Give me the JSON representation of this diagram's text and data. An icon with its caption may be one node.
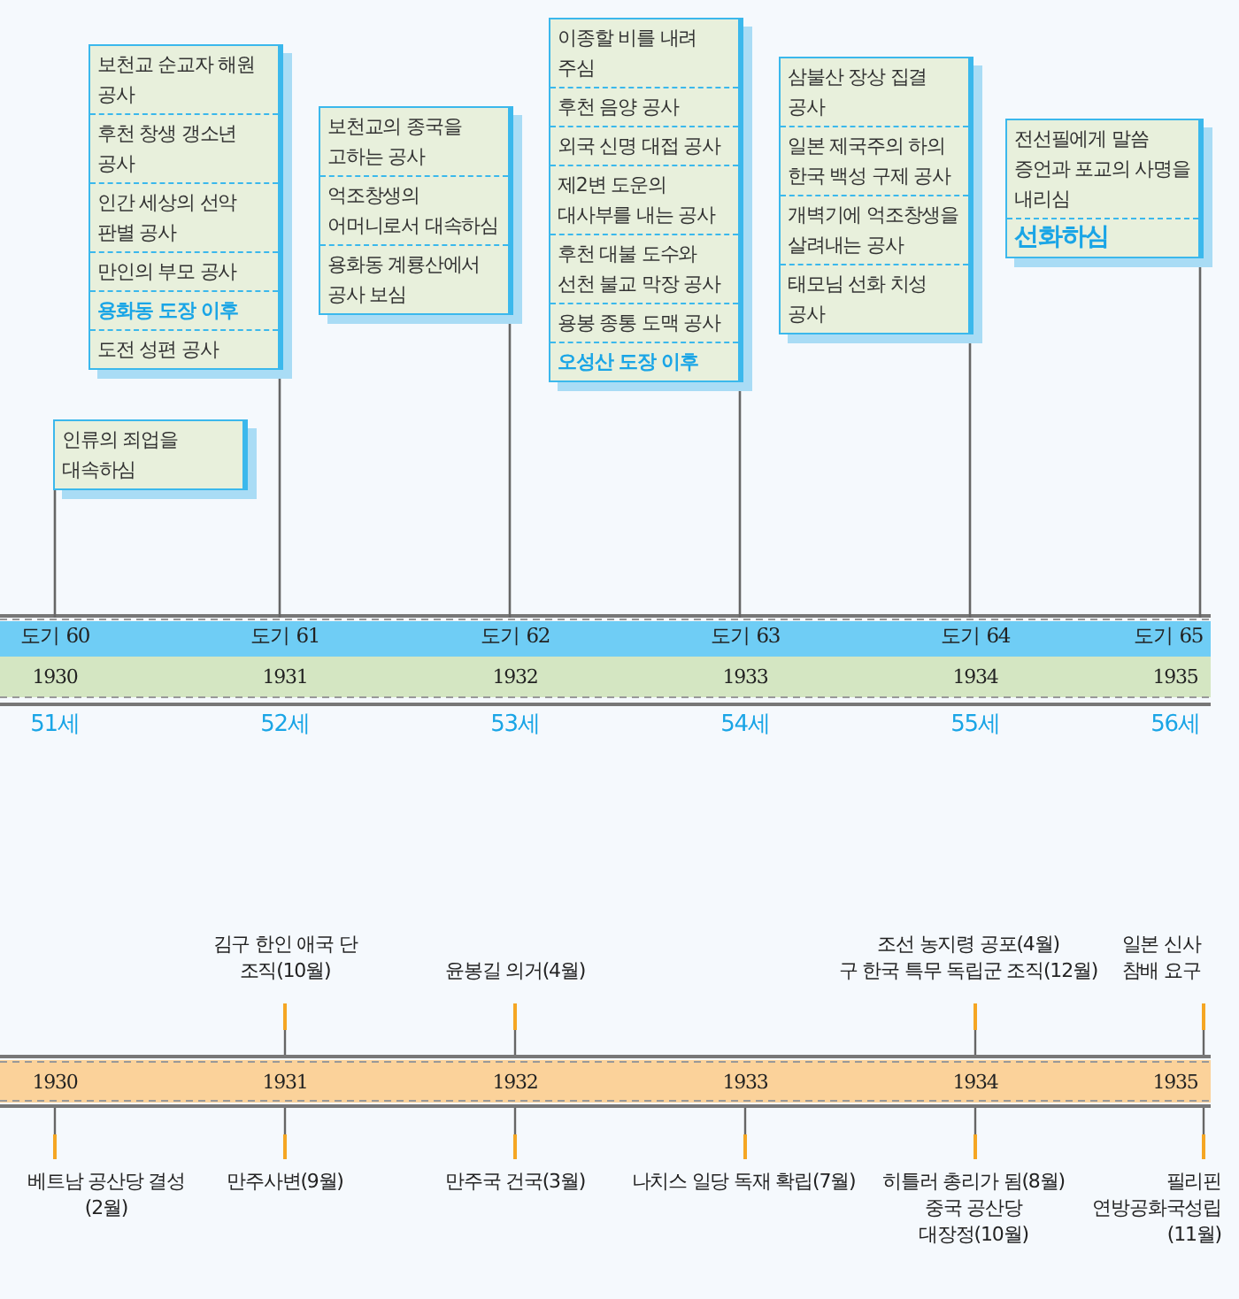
{
  "diagram": {
    "nodes": [
      {
        "text": [
          "인류의 죄업을 대속하심"
        ]
      },
      {
        "text": [
          "보천교 순교자 해원 공사",
          "후천 창생 갱소년 공사",
          "인간 세상의 선악 판별 공사",
          "만인의 부모 공사",
          "용화동 도장 이후",
          "도전 성편 공사"
        ]
      },
      {
        "text": [
          "보천교의 종국을 고하는 공사",
          "억조창생의 어머니로서 대속하심",
          "용화동 계룡산에서 공사 보심"
        ]
      },
      {
        "text": [
          "이종할 비를 내려 주심",
          "후천 음양 공사",
          "외국 신명 대접 공사",
          "제2변 도운의 대사부를 내는 공사",
          "후천 대불 도수와 선천 불교 막장 공사",
          "용봉 종통 도맥 공사",
          "오성산 도장 이후"
        ]
      },
      {
        "text": [
          "삼불산 장상 집결 공사",
          "일본 제국주의 하의 한국 백성 구제 공사",
          "개벽기에 억조창생을 살려내는 공사",
          "태모님 선화 치성 공사"
        ]
      },
      {
        "text": [
          "전선필에게 말씀 증언과 포교의 사명을 내리심",
          "선화하심"
        ]
      },
      {
        "text": [
          "도기 60"
        ]
      },
      {
        "text": [
          "도기 61"
        ]
      },
      {
        "text": [
          "도기 62"
        ]
      },
      {
        "text": [
          "도기 63"
        ]
      },
      {
        "text": [
          "도기 64"
        ]
      },
      {
        "text": [
          "도기 65"
        ]
      }
    ],
    "edges": [
      {
        "from": 0,
        "to": 6,
        "arrow": "none"
      },
      {
        "from": 1,
        "to": 7,
        "arrow": "none"
      },
      {
        "from": 2,
        "to": 8,
        "arrow": "none"
      },
      {
        "from": 3,
        "to": 9,
        "arrow": "none"
      },
      {
        "from": 4,
        "to": 10,
        "arrow": "none"
      },
      {
        "from": 5,
        "to": 11,
        "arrow": "none"
      }
    ],
    "labels": [
      "1930",
      "1931",
      "1932",
      "1933",
      "1934",
      "1935",
      "51세",
      "52세",
      "53세",
      "54세",
      "55세",
      "56세",
      "김구 한인 애국 단 조직(10월)",
      "윤봉길 의거(4월)",
      "조선 농지령 공포(4월)",
      "구 한국 특무 독립군 조직(12월)",
      "일본 신사 참배 요구",
      "1930",
      "1931",
      "1932",
      "1933",
      "1934",
      "1935",
      "베트남 공산당 결성(2월)",
      "만주사변(9월)",
      "만주국 건국(3월)",
      "나치스 일당 독재 확립(7월)",
      "히틀러 총리가 됨(8월)",
      "중국 공산당 대장정(10월)",
      "필리핀 연방공화국성립 (11월)"
    ]
  }
}
